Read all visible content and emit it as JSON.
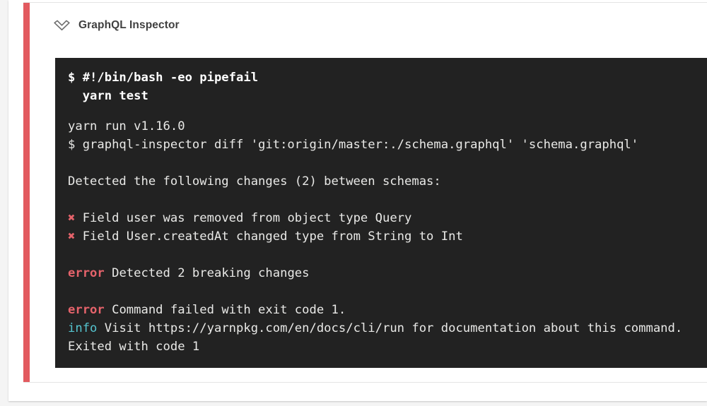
{
  "header": {
    "title": "GraphQL Inspector",
    "chevron_icon": "chevron-double-down"
  },
  "colors": {
    "page_bg": "#f4f4f4",
    "panel_bg": "#ffffff",
    "step_border": "#e4e4e4",
    "failure_stripe_red": "#e25a5f",
    "terminal_bg": "#222222",
    "terminal_text": "#e9e9e7",
    "terminal_bold_text": "#ffffff",
    "error_red": "#e5636b",
    "info_cyan": "#55c5d0",
    "title_text": "#404040",
    "icon_gray": "#6d6d6d"
  },
  "terminal": {
    "command_lines": [
      [
        {
          "t": "$ #!/bin/bash -eo pipefail",
          "c": "cmd"
        }
      ],
      [
        {
          "t": "  yarn test",
          "c": "cmd"
        }
      ]
    ],
    "output_lines": [
      [
        {
          "t": "yarn run v1.16.0",
          "c": "plain"
        }
      ],
      [
        {
          "t": "$ graphql-inspector diff 'git:origin/master:./schema.graphql' 'schema.graphql'",
          "c": "plain"
        }
      ],
      [],
      [
        {
          "t": "Detected the following changes (2) between schemas:",
          "c": "plain"
        }
      ],
      [],
      [
        {
          "t": "✖",
          "c": "red"
        },
        {
          "t": " Field user was removed from object type Query",
          "c": "plain"
        }
      ],
      [
        {
          "t": "✖",
          "c": "red"
        },
        {
          "t": " Field User.createdAt changed type from String to Int",
          "c": "plain"
        }
      ],
      [],
      [
        {
          "t": "error",
          "c": "red"
        },
        {
          "t": " Detected 2 breaking changes",
          "c": "plain"
        }
      ],
      [],
      [
        {
          "t": "error",
          "c": "red"
        },
        {
          "t": " Command failed with exit code 1.",
          "c": "plain"
        }
      ],
      [
        {
          "t": "info",
          "c": "cyan"
        },
        {
          "t": " Visit https://yarnpkg.com/en/docs/cli/run for documentation about this command.",
          "c": "plain"
        }
      ],
      [
        {
          "t": "Exited with code 1",
          "c": "plain"
        }
      ]
    ]
  }
}
